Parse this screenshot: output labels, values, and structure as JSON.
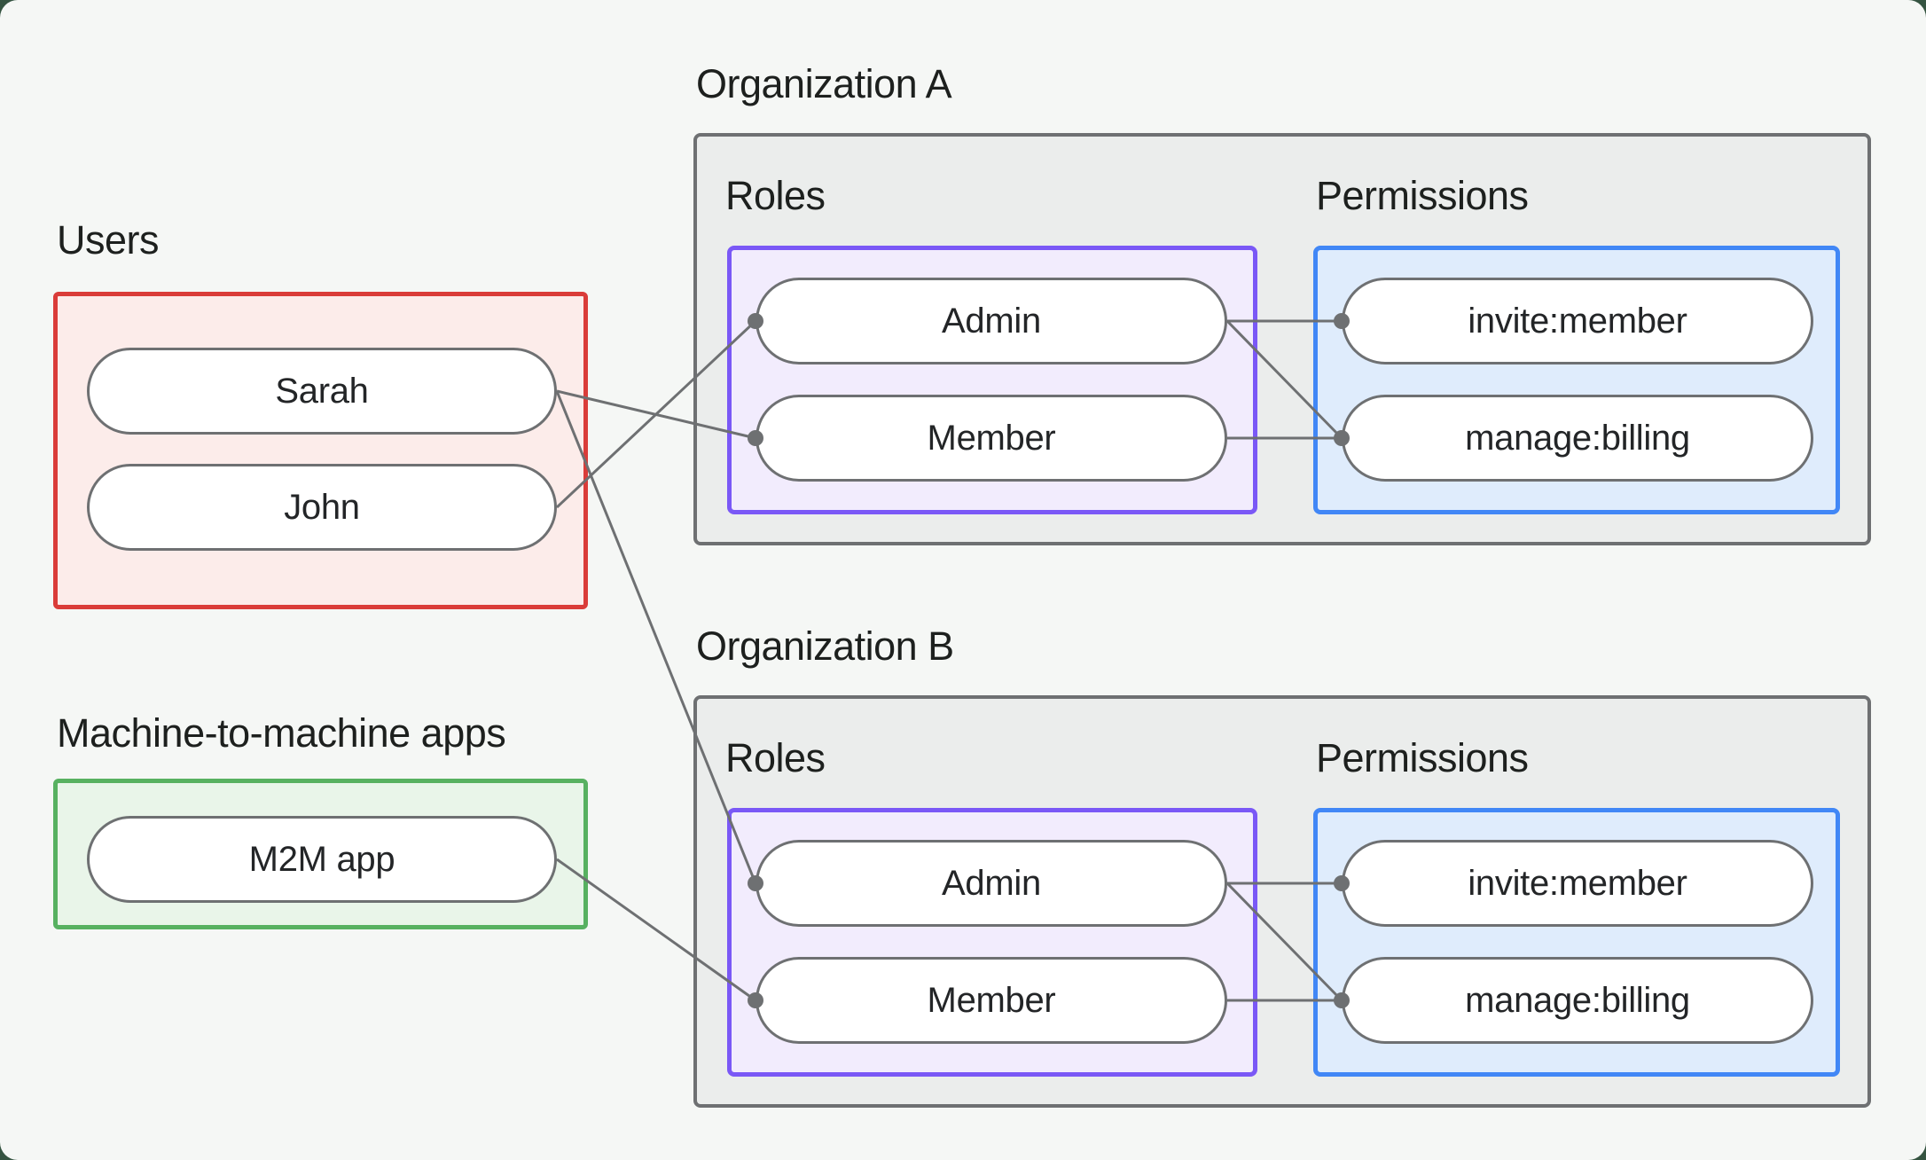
{
  "page": {
    "background_behind_card": "#355441",
    "card_background": "#f5f7f5"
  },
  "colors": {
    "users_box_border": "#da3c39",
    "users_box_fill": "#fcecea",
    "m2m_box_border": "#57b160",
    "m2m_box_fill": "#e9f5e9",
    "org_box_border": "#6e7072",
    "org_box_fill": "#ebedec",
    "roles_box_border": "#7a58f6",
    "roles_box_fill": "#f2ecfd",
    "permissions_box_border": "#4187f6",
    "permissions_box_fill": "#dfecfc",
    "pill_border": "#6e7072",
    "pill_fill": "#ffffff",
    "connector": "#6e7072",
    "text": "#1d201e"
  },
  "groups": {
    "users": {
      "label": "Users",
      "items": [
        "Sarah",
        "John"
      ]
    },
    "m2m": {
      "label": "Machine-to-machine apps",
      "items": [
        "M2M app"
      ]
    },
    "org_a": {
      "title": "Organization A",
      "roles_label": "Roles",
      "permissions_label": "Permissions",
      "roles": [
        "Admin",
        "Member"
      ],
      "permissions": [
        "invite:member",
        "manage:billing"
      ]
    },
    "org_b": {
      "title": "Organization B",
      "roles_label": "Roles",
      "permissions_label": "Permissions",
      "roles": [
        "Admin",
        "Member"
      ],
      "permissions": [
        "invite:member",
        "manage:billing"
      ]
    }
  },
  "connections": [
    {
      "from": "Sarah",
      "to": "Organization A / Member"
    },
    {
      "from": "John",
      "to": "Organization A / Admin"
    },
    {
      "from": "Sarah",
      "to": "Organization B / Admin"
    },
    {
      "from": "M2M app",
      "to": "Organization B / Member"
    },
    {
      "from": "Organization A / Admin",
      "to": "Organization A / invite:member"
    },
    {
      "from": "Organization A / Admin",
      "to": "Organization A / manage:billing"
    },
    {
      "from": "Organization A / Member",
      "to": "Organization A / manage:billing"
    },
    {
      "from": "Organization B / Admin",
      "to": "Organization B / invite:member"
    },
    {
      "from": "Organization B / Admin",
      "to": "Organization B / manage:billing"
    },
    {
      "from": "Organization B / Member",
      "to": "Organization B / manage:billing"
    }
  ]
}
